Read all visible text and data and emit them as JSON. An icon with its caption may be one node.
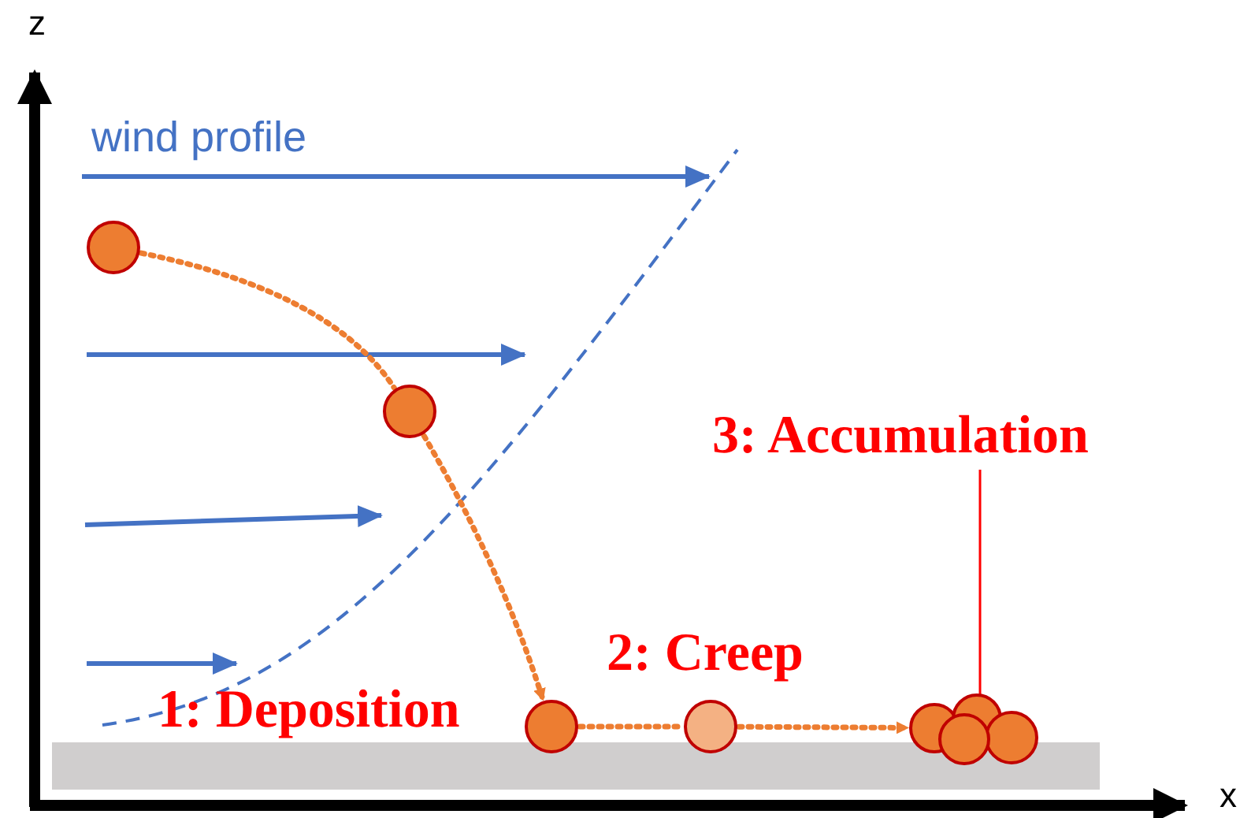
{
  "diagram": {
    "nodes": [
      {
        "text": [],
        "shape": "circle"
      },
      {
        "text": [],
        "shape": "circle"
      },
      {
        "text": [],
        "shape": "circle"
      },
      {
        "text": [],
        "shape": "circle"
      },
      {
        "text": [],
        "shape": "circle"
      },
      {
        "text": [
          "3: Accumulation"
        ]
      }
    ],
    "edges": [
      {
        "from": 0,
        "to": 1,
        "arrow": "none",
        "style": "dashed"
      },
      {
        "from": 1,
        "to": 2,
        "arrow": "to",
        "style": "dashed"
      },
      {
        "from": 2,
        "to": 3,
        "arrow": "none",
        "style": "dashed"
      },
      {
        "from": 3,
        "to": 4,
        "arrow": "to",
        "style": "dashed"
      },
      {
        "from": 5,
        "to": 4,
        "arrow": "none",
        "color": "#ff0000"
      }
    ],
    "labels": [
      "z",
      "x",
      "wind profile",
      "1: Deposition",
      "2: Creep"
    ]
  }
}
